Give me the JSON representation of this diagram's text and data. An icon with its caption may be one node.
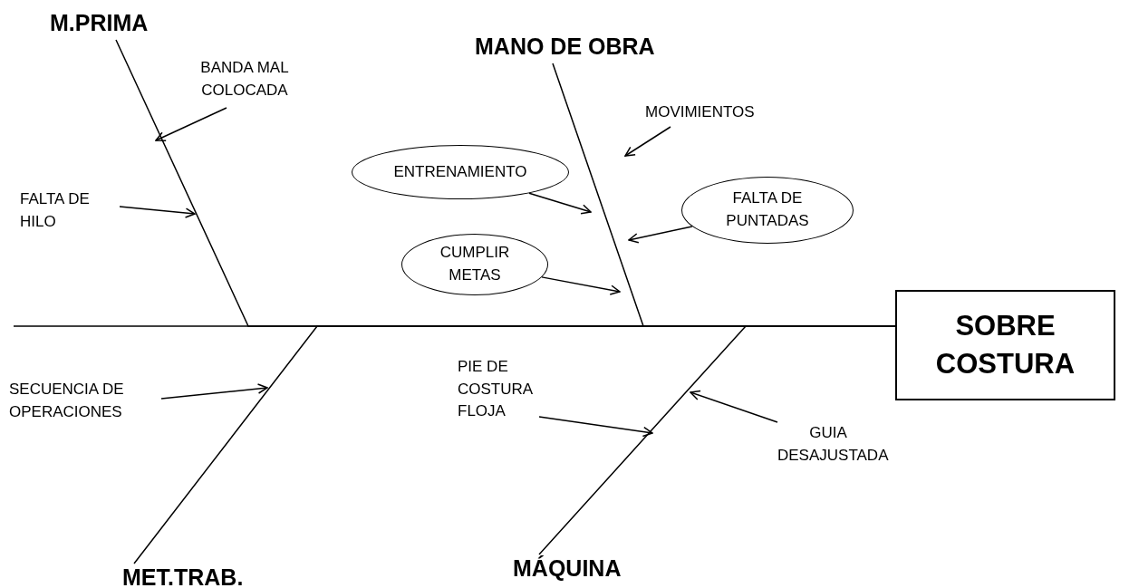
{
  "diagram": {
    "nodes": [
      {
        "text": [
          "M.PRIMA"
        ]
      },
      {
        "text": [
          "BANDA MAL COLOCADA"
        ]
      },
      {
        "text": [
          "MANO DE OBRA"
        ]
      },
      {
        "text": [
          "MOVIMIENTOS"
        ]
      },
      {
        "text": [
          "ENTRENAMIENTO"
        ]
      },
      {
        "text": [
          "FALTA DE PUNTADAS"
        ]
      },
      {
        "text": [
          "FALTA DE HILO"
        ]
      },
      {
        "text": [
          "CUMPLIR METAS"
        ]
      },
      {
        "text": [
          "SOBRE COSTURA"
        ]
      },
      {
        "text": [
          "PIE DE COSTURA FLOJA"
        ]
      },
      {
        "text": [
          "SECUENCIA DE OPERACIONES"
        ]
      },
      {
        "text": [
          "GUIA DESAJUSTADA"
        ]
      },
      {
        "text": [
          "MET.TRAB."
        ]
      },
      {
        "text": [
          "MÁQUINA"
        ]
      }
    ],
    "edges": [
      {
        "from": null,
        "to": 8,
        "arrow": "none"
      },
      {
        "from": 0,
        "to": 8,
        "arrow": "none"
      },
      {
        "from": 2,
        "to": 8,
        "arrow": "none"
      },
      {
        "from": 12,
        "to": 8,
        "arrow": "none"
      },
      {
        "from": 13,
        "to": 8,
        "arrow": "none"
      },
      {
        "from": 1,
        "to": null,
        "arrow": "to"
      },
      {
        "from": 3,
        "to": null,
        "arrow": "to"
      },
      {
        "from": 4,
        "to": null,
        "arrow": "to"
      },
      {
        "from": 5,
        "to": null,
        "arrow": "to"
      },
      {
        "from": 6,
        "to": null,
        "arrow": "to"
      },
      {
        "from": 7,
        "to": null,
        "arrow": "to"
      },
      {
        "from": 9,
        "to": null,
        "arrow": "to"
      },
      {
        "from": 10,
        "to": null,
        "arrow": "to"
      },
      {
        "from": 11,
        "to": null,
        "arrow": "to"
      }
    ]
  }
}
